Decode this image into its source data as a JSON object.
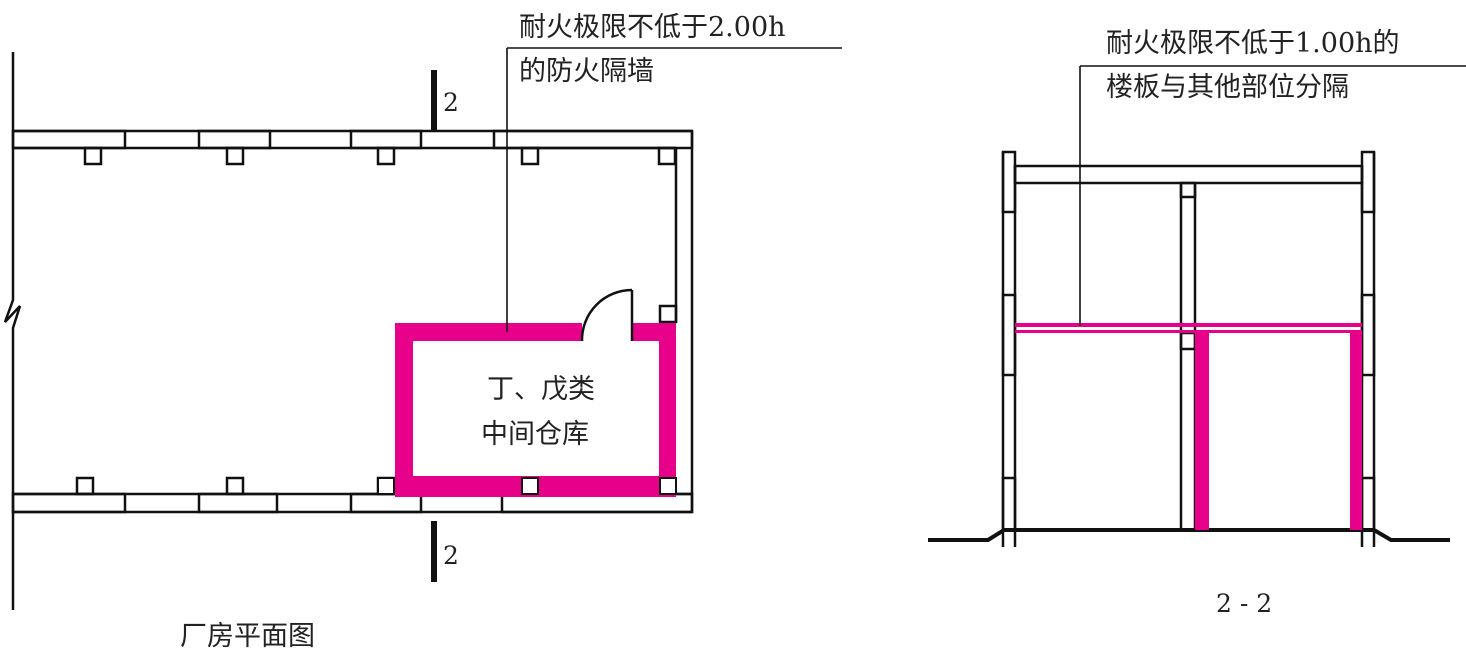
{
  "colors": {
    "line": "#111111",
    "fire_barrier": "#e6008a",
    "background": "#ffffff"
  },
  "plan": {
    "wall_label_line1": "耐火极限不低于2.00h",
    "wall_label_line2": "的防火隔墙",
    "room_label_line1": "丁、戊类",
    "room_label_line2": "中间仓库",
    "section_mark_top": "2",
    "section_mark_bottom": "2",
    "caption": "厂房平面图"
  },
  "section": {
    "floor_label_line1": "耐火极限不低于1.00h的",
    "floor_label_line2": "楼板与其他部位分隔",
    "caption": "2 - 2"
  }
}
